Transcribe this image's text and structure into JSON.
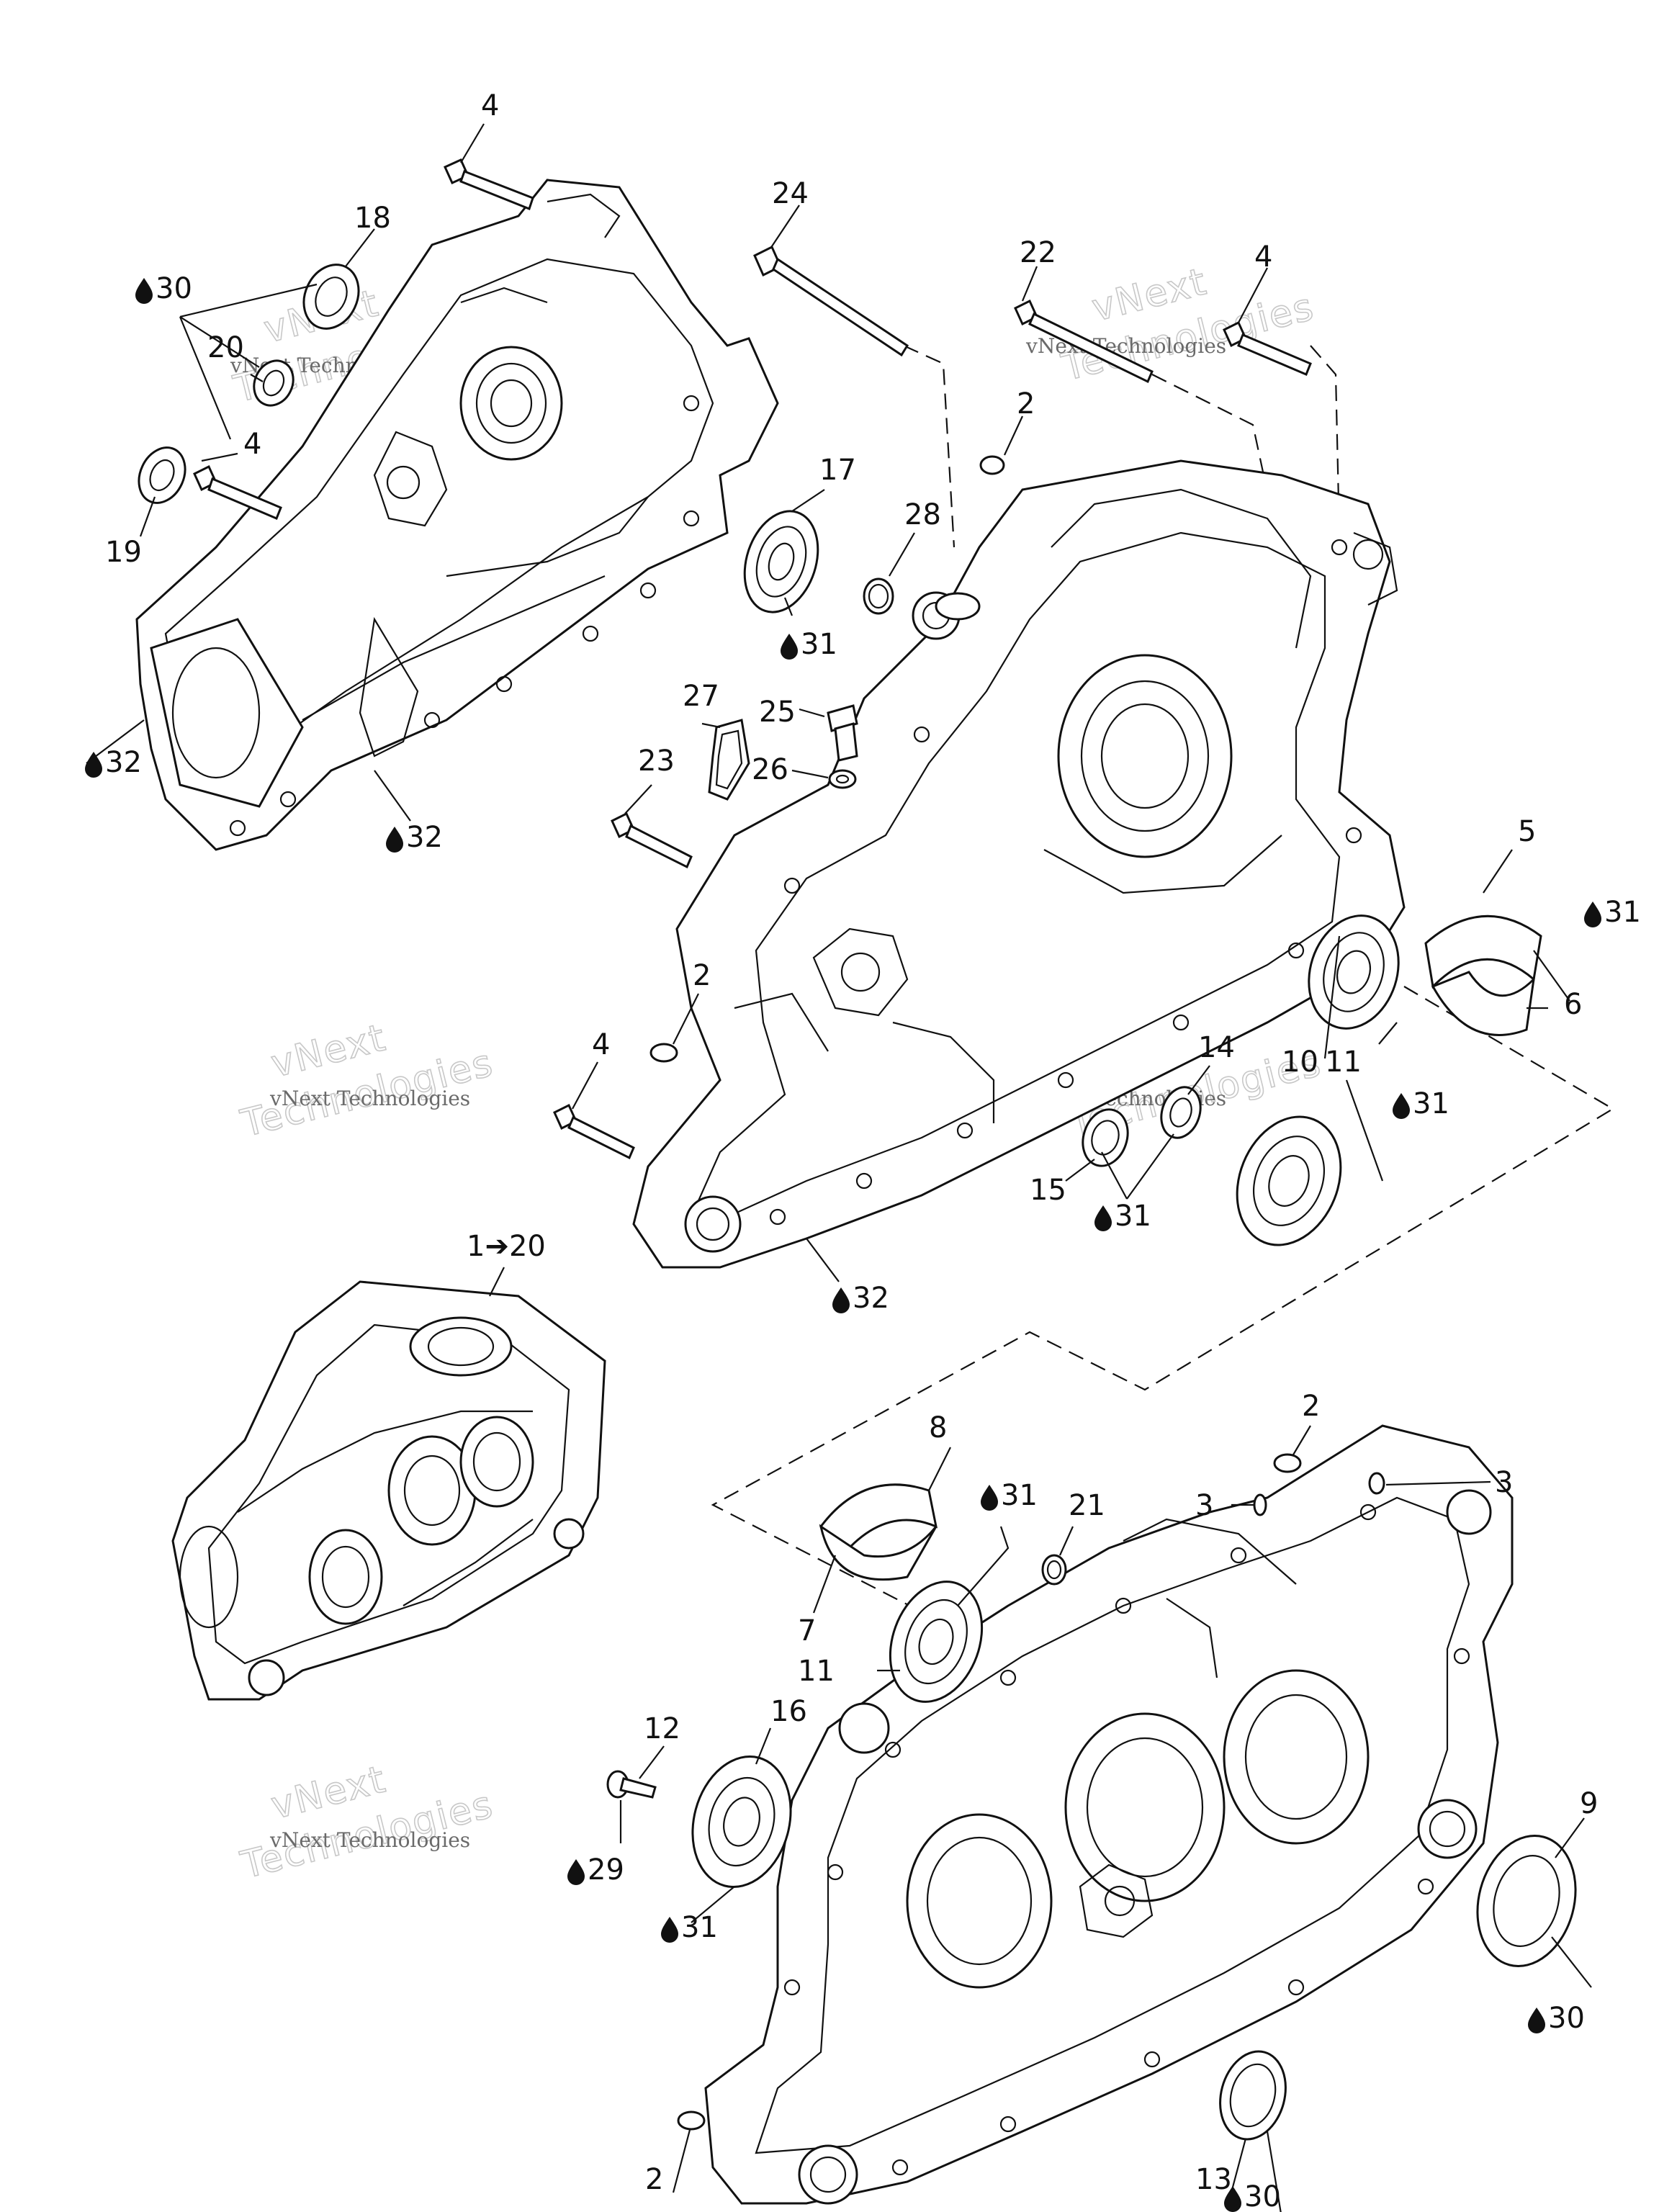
{
  "callouts": {
    "c4_a": "4",
    "c18": "18",
    "c30_a": "30",
    "c20": "20",
    "c4_b": "4",
    "c19": "19",
    "c24": "24",
    "c22": "22",
    "c4_c": "4",
    "c2_a": "2",
    "c17": "17",
    "c31_a": "31",
    "c28": "28",
    "c27": "27",
    "c25": "25",
    "c26": "26",
    "c23": "23",
    "c32_a": "32",
    "c32_b": "32",
    "c5": "5",
    "c31_b": "31",
    "c6": "6",
    "c2_b": "2",
    "c4_d": "4",
    "c14": "14",
    "c10": "10",
    "c11_a": "11",
    "c31_c": "31",
    "c15": "15",
    "c31_d": "31",
    "c32_c": "32",
    "c1to20": "1➔20",
    "c2_c": "2",
    "c8": "8",
    "c31_e": "31",
    "c21": "21",
    "c3_a": "3",
    "c3_b": "3",
    "c7": "7",
    "c11_b": "11",
    "c12": "12",
    "c16": "16",
    "c9": "9",
    "c29": "29",
    "c31_f": "31",
    "c30_b": "30",
    "c13": "13",
    "c2_d": "2",
    "c30_c": "30"
  },
  "watermark": {
    "line1": "vNext Technologies",
    "line2": "vNext",
    "line3": "Technologies"
  },
  "icons": {
    "lubricant": "oil-drop-icon"
  }
}
